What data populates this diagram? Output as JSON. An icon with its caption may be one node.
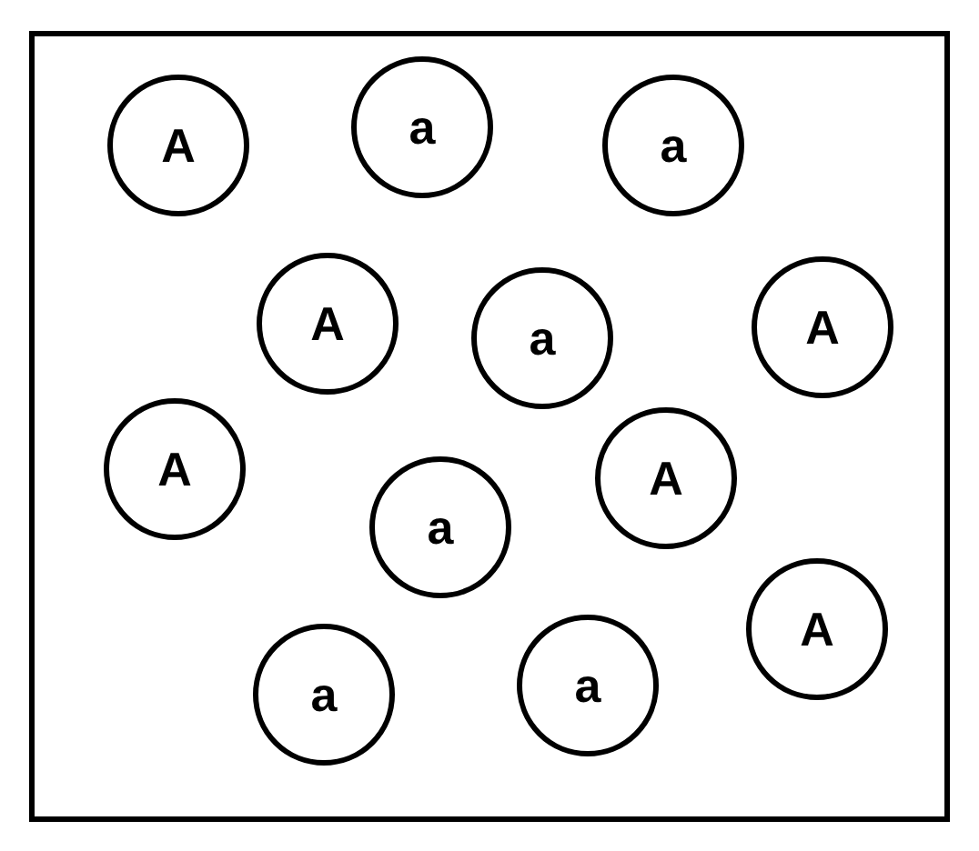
{
  "diagram": {
    "nodes": [
      {
        "text": [],
        "shape": "box"
      },
      {
        "text": [
          "A"
        ],
        "in": 0
      },
      {
        "text": [
          "a"
        ],
        "in": 0
      },
      {
        "text": [
          "a"
        ],
        "in": 0
      },
      {
        "text": [
          "A"
        ],
        "in": 0
      },
      {
        "text": [
          "a"
        ],
        "in": 0
      },
      {
        "text": [
          "A"
        ],
        "in": 0
      },
      {
        "text": [
          "A"
        ],
        "in": 0
      },
      {
        "text": [
          "A"
        ],
        "in": 0
      },
      {
        "text": [
          "a"
        ],
        "in": 0
      },
      {
        "text": [
          "A"
        ],
        "in": 0
      },
      {
        "text": [
          "a"
        ],
        "in": 0
      },
      {
        "text": [
          "a"
        ],
        "in": 0
      }
    ],
    "edges": []
  }
}
